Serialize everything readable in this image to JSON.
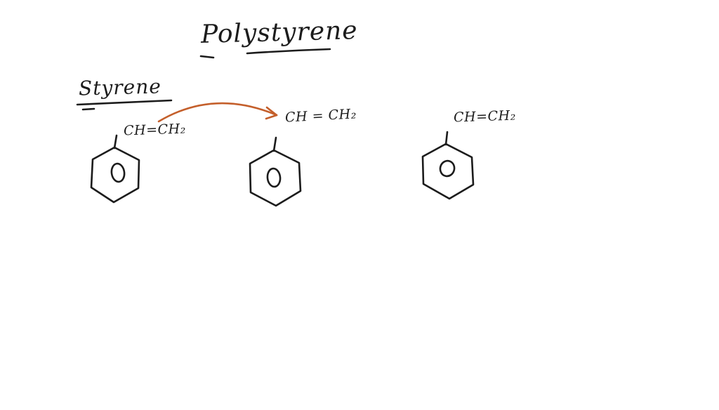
{
  "title": "Polystyrene",
  "reactant_label": "Styrene",
  "structures": [
    {
      "substituent": "CH=CH₂"
    },
    {
      "substituent": "CH = CH₂"
    },
    {
      "substituent": "CH=CH₂"
    }
  ],
  "colors": {
    "ink": "#1c1c1c",
    "arrow": "#c45f2b",
    "background": "#ffffff"
  }
}
